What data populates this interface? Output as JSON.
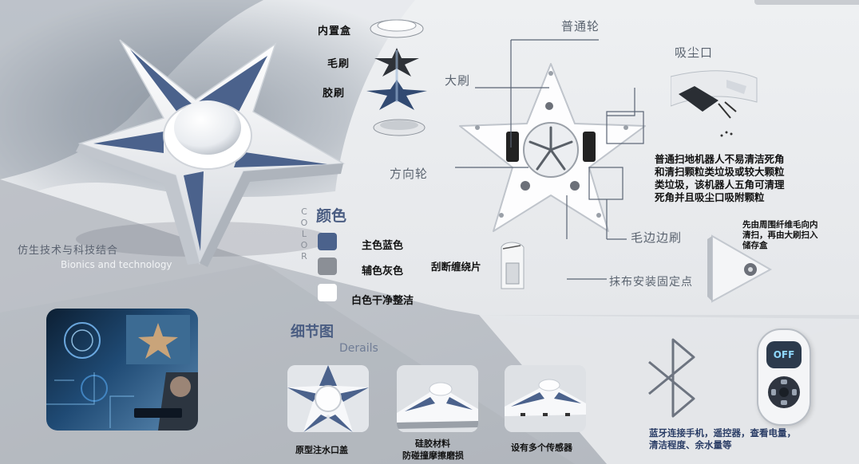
{
  "colors": {
    "primary_blue": "#4b628c",
    "secondary_grey": "#8b8f96",
    "white": "#ffffff",
    "accent_text": "#4a5d82"
  },
  "left": {
    "subtitle_cn": "仿生技术与科技结合",
    "subtitle_en": "Bionics and technology"
  },
  "exploded": {
    "items": [
      "内置盒",
      "毛刷",
      "胶刷"
    ]
  },
  "bottom_view": {
    "labels": {
      "wheel": "普通轮",
      "big_brush": "大刷",
      "steer_wheel": "方向轮",
      "edge_brush": "毛边边刷",
      "mop_mount": "抹布安装固定点",
      "suction": "吸尘口",
      "scraper": "刮断缠绕片"
    }
  },
  "color_section": {
    "title": "颜色",
    "vertical_en": "COLOR",
    "items": [
      {
        "label": "主色蓝色",
        "hex": "#4b628c"
      },
      {
        "label": "辅色灰色",
        "hex": "#8b8f96"
      },
      {
        "label": "白色干净整洁",
        "hex": "#ffffff"
      }
    ]
  },
  "descriptions": {
    "main": "普通扫地机器人不易清洁死角和清扫颗粒类垃圾或较大颗粒类垃圾，该机器人五角可清理死角并且吸尘口吸附颗粒",
    "main_lines": [
      "普通扫地机器人不易清洁死角",
      "和清扫颗粒类垃圾或较大颗粒",
      "类垃圾，该机器人五角可清理",
      "死角并且吸尘口吸附颗粒"
    ],
    "brush_lines": [
      "先由周围纤维毛向内",
      "清扫，再由大刷扫入",
      "储存盒"
    ],
    "bluetooth_lines": [
      "蓝牙连接手机，遥控器，查看电量，",
      "清洁程度、余水量等"
    ]
  },
  "details": {
    "title_cn": "细节图",
    "title_en": "Derails",
    "items": [
      {
        "caption_lines": [
          "原型注水口盖"
        ]
      },
      {
        "caption_lines": [
          "硅胶材料",
          "防碰撞摩擦磨损"
        ]
      },
      {
        "caption_lines": [
          "设有多个传感器"
        ]
      }
    ]
  },
  "remote": {
    "display": "OFF"
  }
}
